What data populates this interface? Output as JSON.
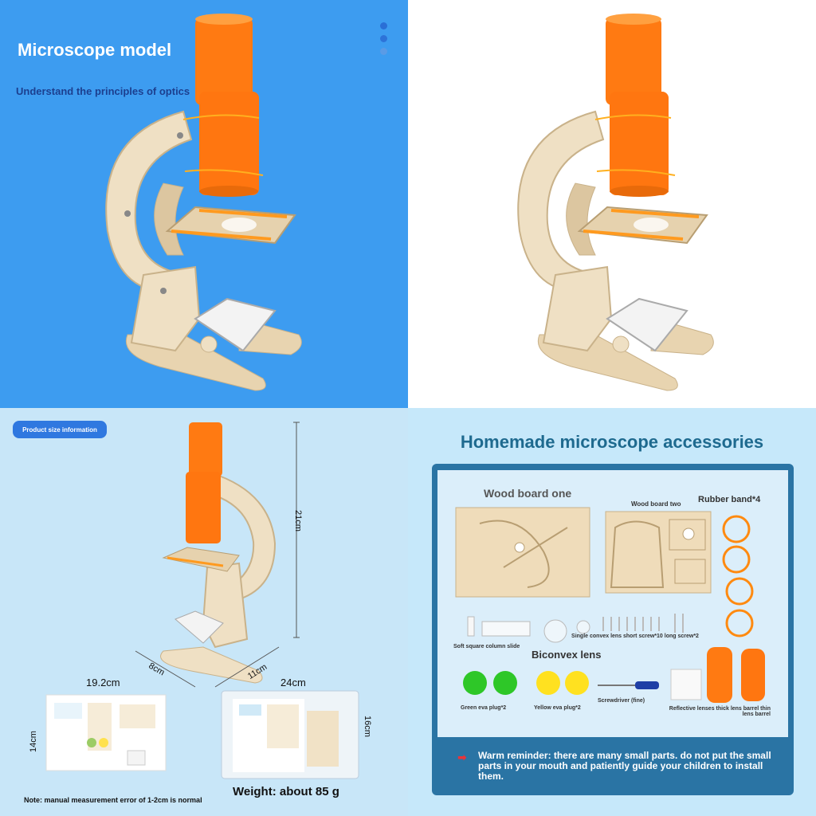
{
  "panel1": {
    "title": "Microscope model",
    "subtitle": "Understand the principles of optics"
  },
  "panel3": {
    "badge": "Product size information",
    "height_label": "21cm",
    "depth_label": "8cm",
    "width_label": "11cm",
    "manual_width": "19.2cm",
    "manual_height": "14cm",
    "bag_width": "24cm",
    "bag_height": "16cm",
    "weight": "Weight: about 85 g",
    "note": "Note: manual measurement error of 1-2cm is normal"
  },
  "panel4": {
    "title": "Homemade microscope accessories",
    "wood_one": "Wood board one",
    "wood_two": "Wood board two",
    "rubber_band": "Rubber band*4",
    "slide": "Soft square column slide",
    "single_lens": "Single convex lens short screw*10 long screw*2",
    "biconvex": "Biconvex lens",
    "green_plug": "Green eva plug*2",
    "yellow_plug": "Yellow eva plug*2",
    "screwdriver": "Screwdriver (fine)",
    "barrels": "Reflective lenses thick lens barrel thin lens barrel",
    "reminder": "Warm reminder: there are many small parts. do not put the small parts in your mouth and patiently guide your children to install them."
  },
  "colors": {
    "blue_bg": "#3d9cf0",
    "orange": "#ff7a12",
    "wood": "#efe0c4",
    "frame": "#2a74a4"
  }
}
